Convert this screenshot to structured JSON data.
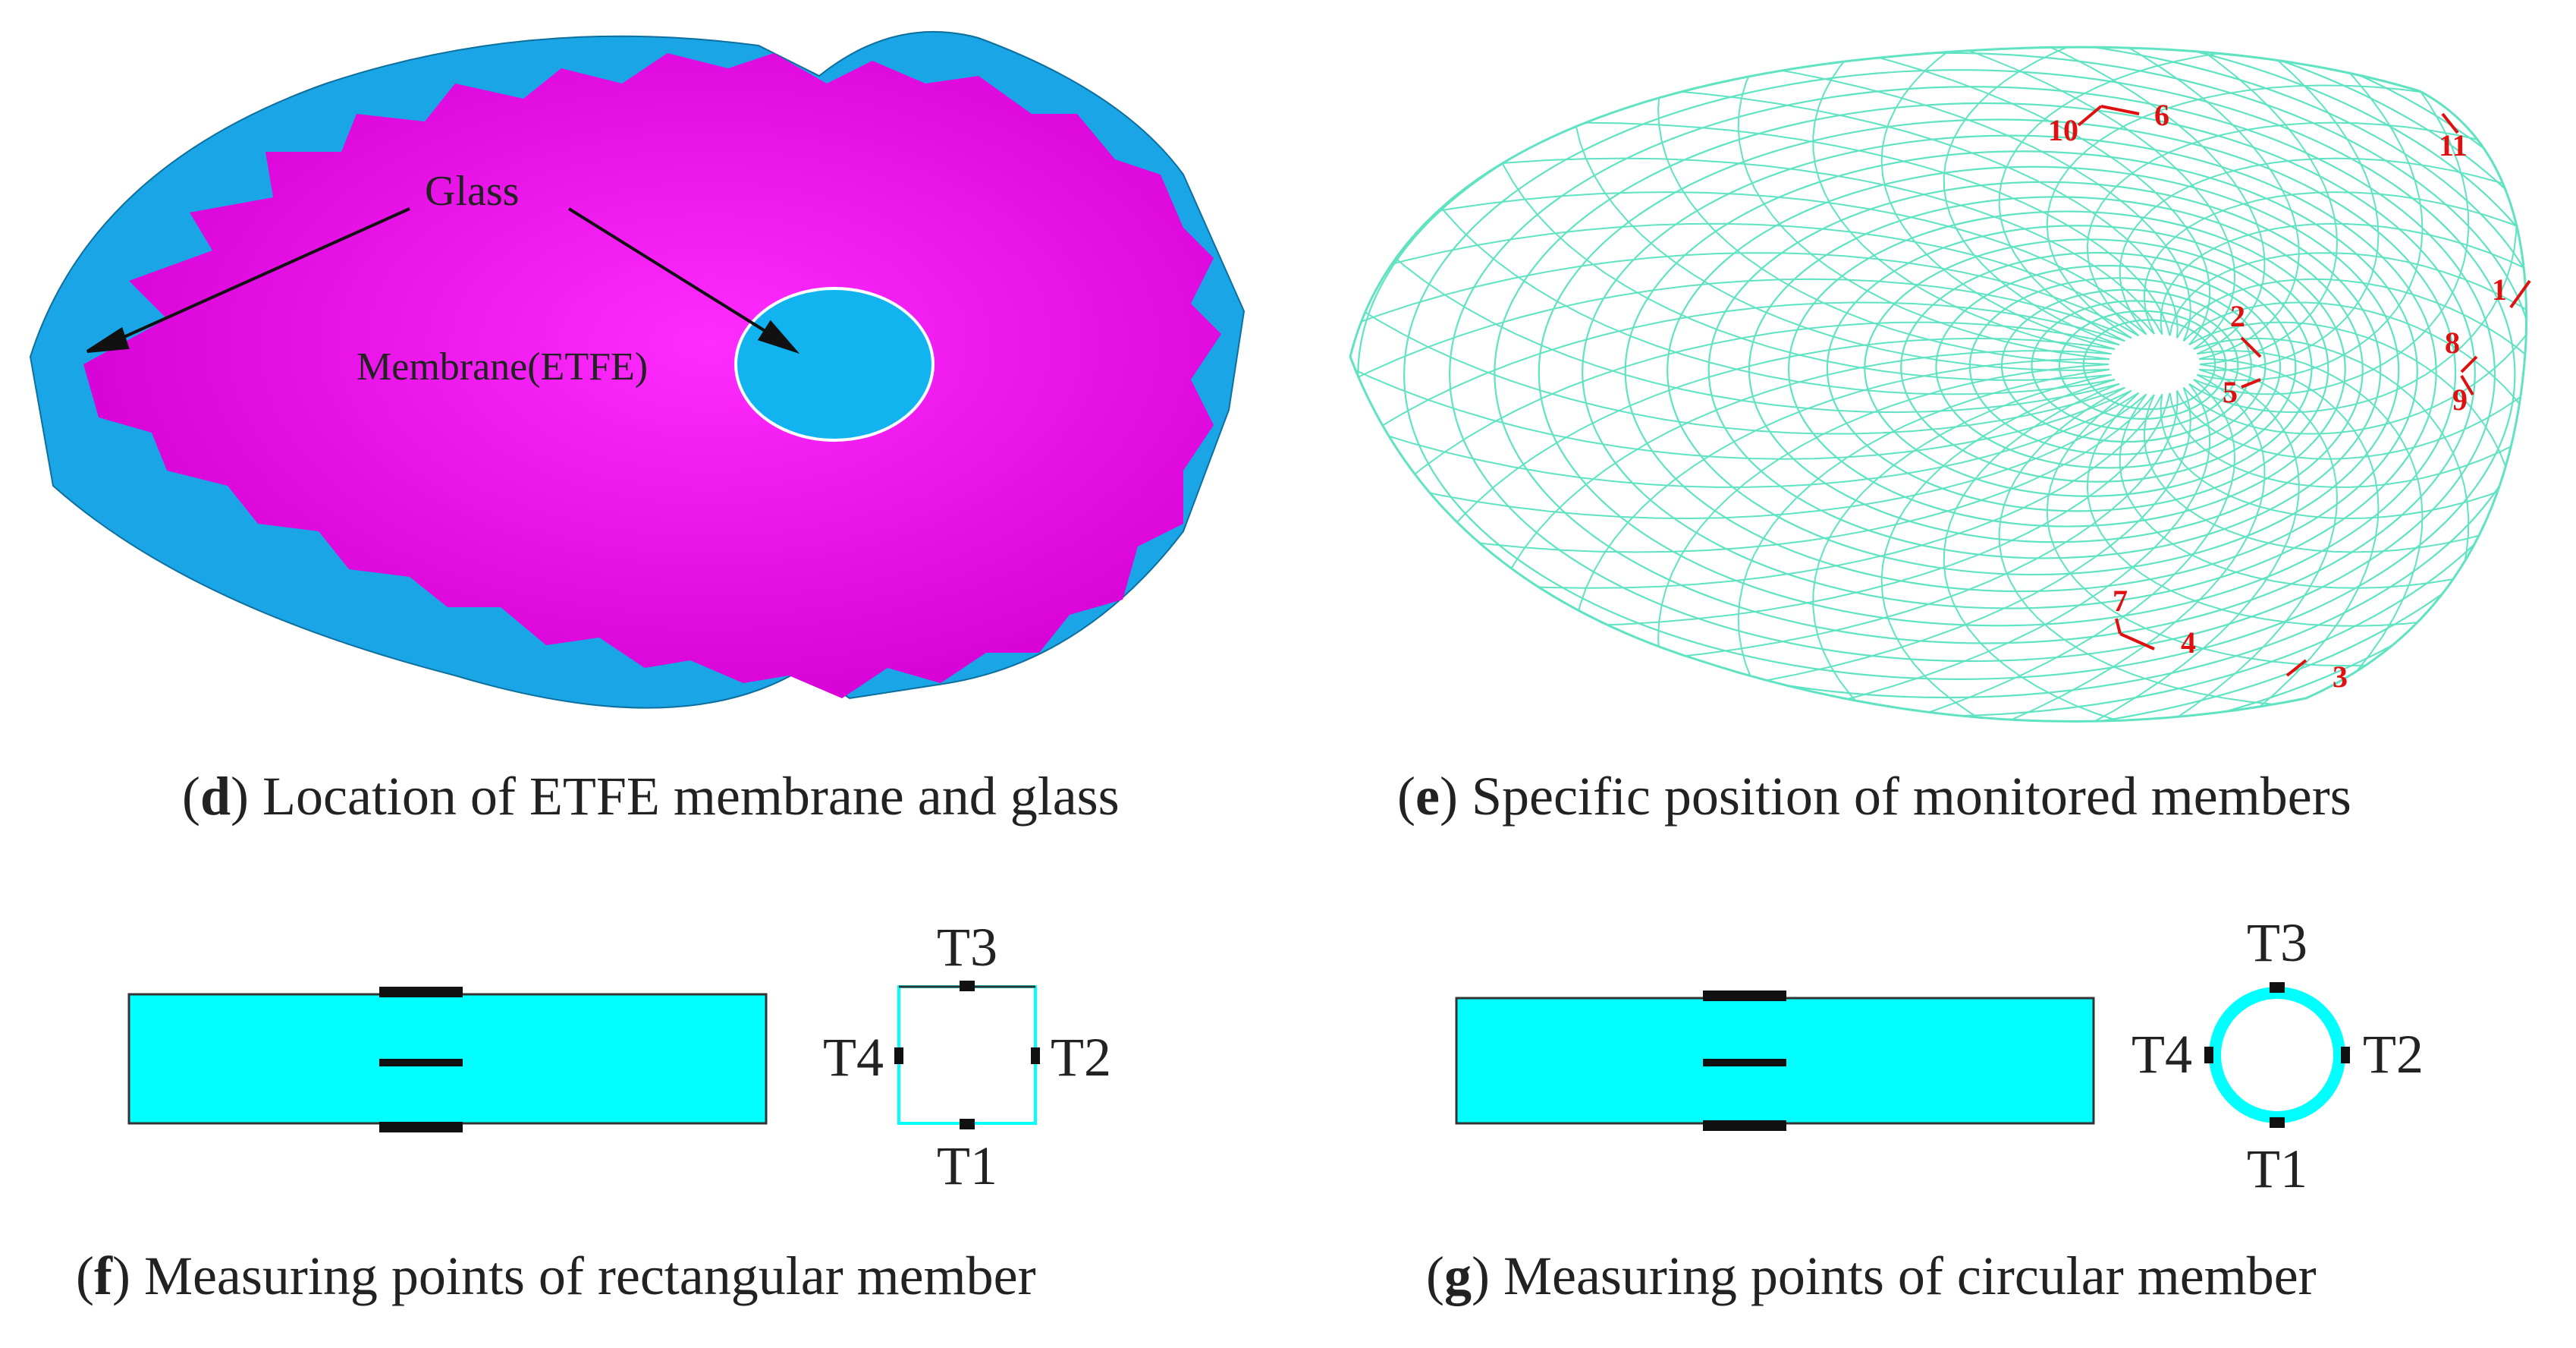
{
  "panel_d": {
    "letter": "d",
    "caption": "Location of ETFE membrane and glass",
    "label_glass": "Glass",
    "label_membrane": "Membrane(ETFE)",
    "colors": {
      "glass": "#1aa6e6",
      "membrane": "#e600e6",
      "opening": "#12b4f0"
    }
  },
  "panel_e": {
    "letter": "e",
    "caption": "Specific position of monitored members",
    "member_labels": [
      "1",
      "2",
      "3",
      "4",
      "5",
      "6",
      "7",
      "8",
      "9",
      "10",
      "11"
    ],
    "colors": {
      "grid": "#5fe3c3",
      "member": "#e01010"
    }
  },
  "panel_f": {
    "letter": "f",
    "caption": "Measuring points of rectangular member",
    "points": [
      "T1",
      "T2",
      "T3",
      "T4"
    ],
    "colors": {
      "member": "#00ffff"
    }
  },
  "panel_g": {
    "letter": "g",
    "caption": "Measuring points of circular member",
    "points": [
      "T1",
      "T2",
      "T3",
      "T4"
    ],
    "colors": {
      "member": "#00ffff"
    }
  }
}
